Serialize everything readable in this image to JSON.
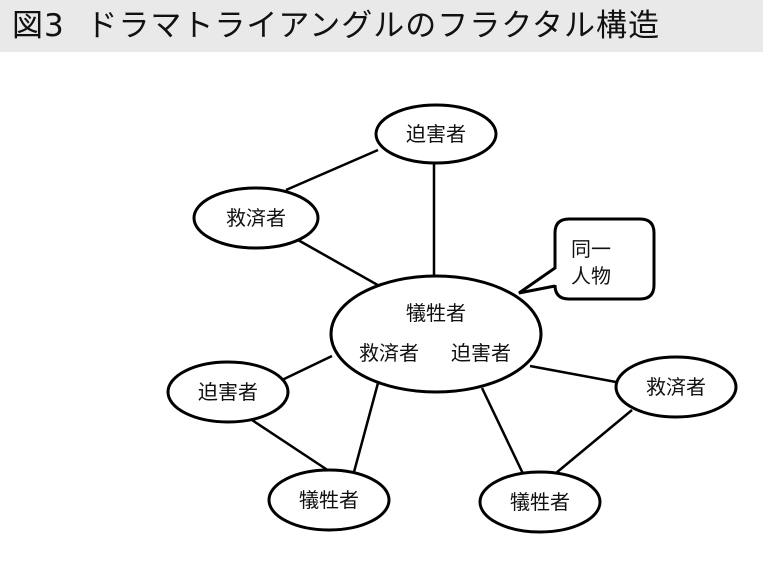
{
  "title": "図3  ドラマトライアングルのフラクタル構造",
  "nodes": {
    "top_persecutor": "迫害者",
    "left_rescuer": "救済者",
    "center_victim": "犠牲者",
    "center_rescuer": "救済者",
    "center_persecutor": "迫害者",
    "lower_left_persecutor": "迫害者",
    "bottom_left_victim": "犠牲者",
    "bottom_right_victim": "犠牲者",
    "right_rescuer": "救済者"
  },
  "callout": {
    "line1": "同一",
    "line2": "人物"
  }
}
